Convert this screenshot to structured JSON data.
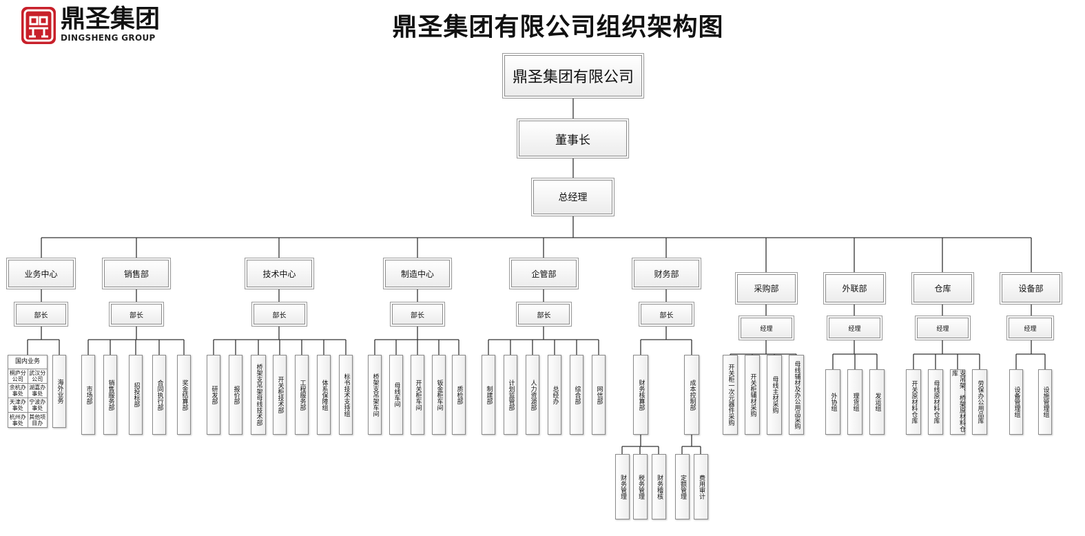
{
  "header": {
    "title": "鼎圣集团有限公司组织架构图",
    "logo_cn": "鼎圣集团",
    "logo_en": "DINGSHENG GROUP",
    "brand_color": "#c8202a"
  },
  "top": {
    "company": "鼎圣集团有限公司",
    "chairman": "董事长",
    "general_manager": "总经理"
  },
  "departments": [
    {
      "name": "业务中心",
      "head": "部长",
      "grid": {
        "title": "国内业务",
        "rows": [
          [
            "桐庐分公司",
            "武汉分公司"
          ],
          [
            "余杭办事处",
            "湖嘉办事处"
          ],
          [
            "天津办事处",
            "宁波办事处"
          ],
          [
            "杭州办事处",
            "其他项目办"
          ]
        ]
      },
      "subs": [
        "海外业务"
      ]
    },
    {
      "name": "销售部",
      "head": "部长",
      "subs": [
        "市场部",
        "销售服务部",
        "招投标部",
        "合同执行部",
        "奖金结算部"
      ]
    },
    {
      "name": "技术中心",
      "head": "部长",
      "subs": [
        "研发部",
        "报价部",
        "桥架支吊架母线技术部",
        "开关柜技术部",
        "工程服务部",
        "体系保障组",
        "标书技术支持组"
      ]
    },
    {
      "name": "制造中心",
      "head": "部长",
      "subs": [
        "桥架支吊架车间",
        "母线车间",
        "开关柜车间",
        "钣金柜车间",
        "质检部"
      ]
    },
    {
      "name": "企管部",
      "head": "部长",
      "subs": [
        "制建部",
        "计划监管部",
        "人力资源部",
        "总经办",
        "综合部",
        "网信部"
      ]
    },
    {
      "name": "财务部",
      "head": "部长",
      "subs": [
        {
          "name": "财务核算部",
          "children": [
            "财务管理",
            "税务管理",
            "财务稽核"
          ]
        },
        {
          "name": "成本控制部",
          "children": [
            "定额管理",
            "费用审计"
          ]
        }
      ]
    },
    {
      "name": "采购部",
      "head": "经理",
      "subs": [
        "开关柜一次元器件采购",
        "开关柜辅材采购",
        "母线主材采购",
        "母线辅材及办公用品采购"
      ]
    },
    {
      "name": "外联部",
      "head": "经理",
      "subs": [
        "外协组",
        "理货组",
        "发运组"
      ]
    },
    {
      "name": "仓库",
      "head": "经理",
      "subs": [
        "开关原材料仓库",
        "母线原材料仓库",
        "支吊架、桥架原材料仓库",
        "劳保办公用品库"
      ]
    },
    {
      "name": "设备部",
      "head": "经理",
      "subs": [
        "设备管理组",
        "设施管理组"
      ]
    }
  ]
}
